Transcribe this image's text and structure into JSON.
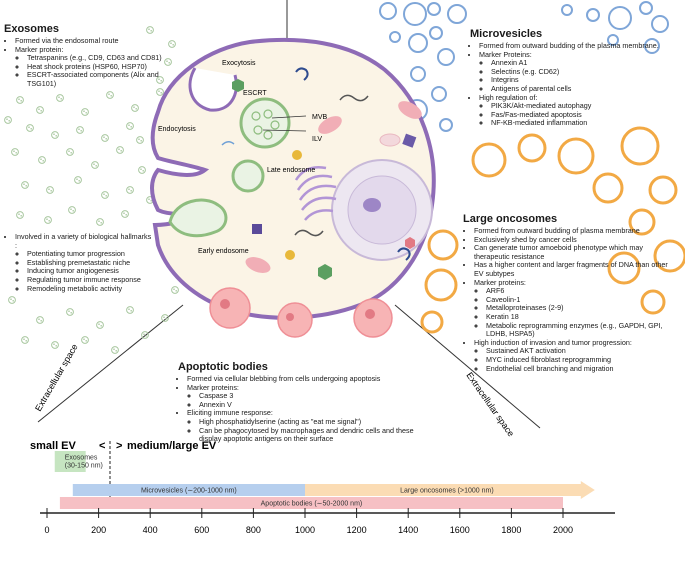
{
  "exosomes": {
    "title": "Exosomes",
    "formed": "Formed via the endosomal route",
    "marker_title": "Marker protein:",
    "markers": [
      "Tetraspanins (e.g., CD9, CD63 and CD81)",
      "Heat shock proteins (HSP60, HSP70)",
      "ESCRT-associated components (Alix and TSG101)"
    ],
    "hallmarks_title": "Involved in a variety of biological hallmarks :",
    "hallmarks": [
      "Potentiating tumor progression",
      "Establishing premetastatic niche",
      "Inducing tumor angiogenesis",
      "Regulating tumor immune response",
      "Remodeling metabolic activity"
    ]
  },
  "microvesicles": {
    "title": "Microvesicles",
    "formed": "Formed from outward budding of the plasma membrane.",
    "marker_title": "Marker Proteins:",
    "markers": [
      "Annexin A1",
      "Selectins (e.g. CD62)",
      "Integrins",
      "Antigens of parental cells"
    ],
    "regulation_title": "High regulation of:",
    "regulation": [
      "PIK3K/Akt-mediated autophagy",
      "Fas/Fas-mediated apoptosis",
      "NF-KB-mediated inflammation"
    ]
  },
  "large_oncosomes": {
    "title": "Large oncosomes",
    "points": [
      "Formed from outward budding of plasma membrane",
      "Exclusively shed by cancer cells",
      "Can generate tumor amoeboid phenotype which may therapeutic resistance",
      "Has a higher content and larger fragments of DNA than other EV subtypes"
    ],
    "marker_title": "Marker proteins:",
    "markers": [
      "ARF6",
      "Caveolin-1",
      "Metalloproteinases (2-9)",
      "Keratin 18",
      "Metabolic reprogramming enzymes (e.g., GAPDH, GPI, LDHB, HSPA5)"
    ],
    "invasion_title": "High induction of invasion and tumor progression:",
    "invasion": [
      "Sustained AKT activation",
      "MYC induced fibroblast reprogramming",
      "Endothelial cell branching and migration"
    ]
  },
  "apoptotic_bodies": {
    "title": "Apoptotic bodies",
    "formed": "Formed via cellular blebbing from cells undergoing apoptosis",
    "marker_title": "Marker proteins:",
    "markers": [
      "Caspase 3",
      "Annexin V"
    ],
    "immune_title": "Eliciting immune response:",
    "immune": [
      "High phosphatidylserine (acting as \"eat me signal\")",
      "Can be phagocytosed by macrophages and dendric cells and these display apoptotic antigens on their surface"
    ]
  },
  "cell_labels": {
    "exocytosis": "Exocytosis",
    "escrt": "ESCRT",
    "mvb": "MVB",
    "ilv": "ILV",
    "endocytosis": "Endocytosis",
    "late_endosome": "Late endosome",
    "early_endosome": "Early endosome"
  },
  "extracellular_left": "Extracellular space",
  "extracellular_right": "Extracellular space",
  "size_scale": {
    "small_ev": "small EV",
    "lt": "<",
    "gt": ">",
    "medium_large_ev": "medium/large EV",
    "bars": [
      {
        "label": "Exosomes\n(30-150 nm)",
        "start": 30,
        "end": 150,
        "color": "#c6e5c1"
      },
      {
        "label": "Microvesicles (∼200-1000 nm)",
        "start": 100,
        "end": 1000,
        "color": "#b6cfee"
      },
      {
        "label": "Large oncosomes (>1000 nm)",
        "start": 1000,
        "end": 2100,
        "color": "#fbdcb4"
      },
      {
        "label": "Apoptotic bodies (∼50-2000 nm)",
        "start": 50,
        "end": 2000,
        "color": "#f6c0c4"
      }
    ],
    "ticks": [
      "0",
      "200",
      "400",
      "600",
      "800",
      "1000",
      "1200",
      "1400",
      "1600",
      "1800",
      "2000"
    ]
  },
  "colors": {
    "membrane": "#8e6bb6",
    "cytoplasm": "#fbf4e6",
    "exosome": "#a8c79f",
    "microvesicle": "#7fa6d8",
    "oncosome": "#f2a944",
    "apoptotic": "#ef8f96"
  }
}
